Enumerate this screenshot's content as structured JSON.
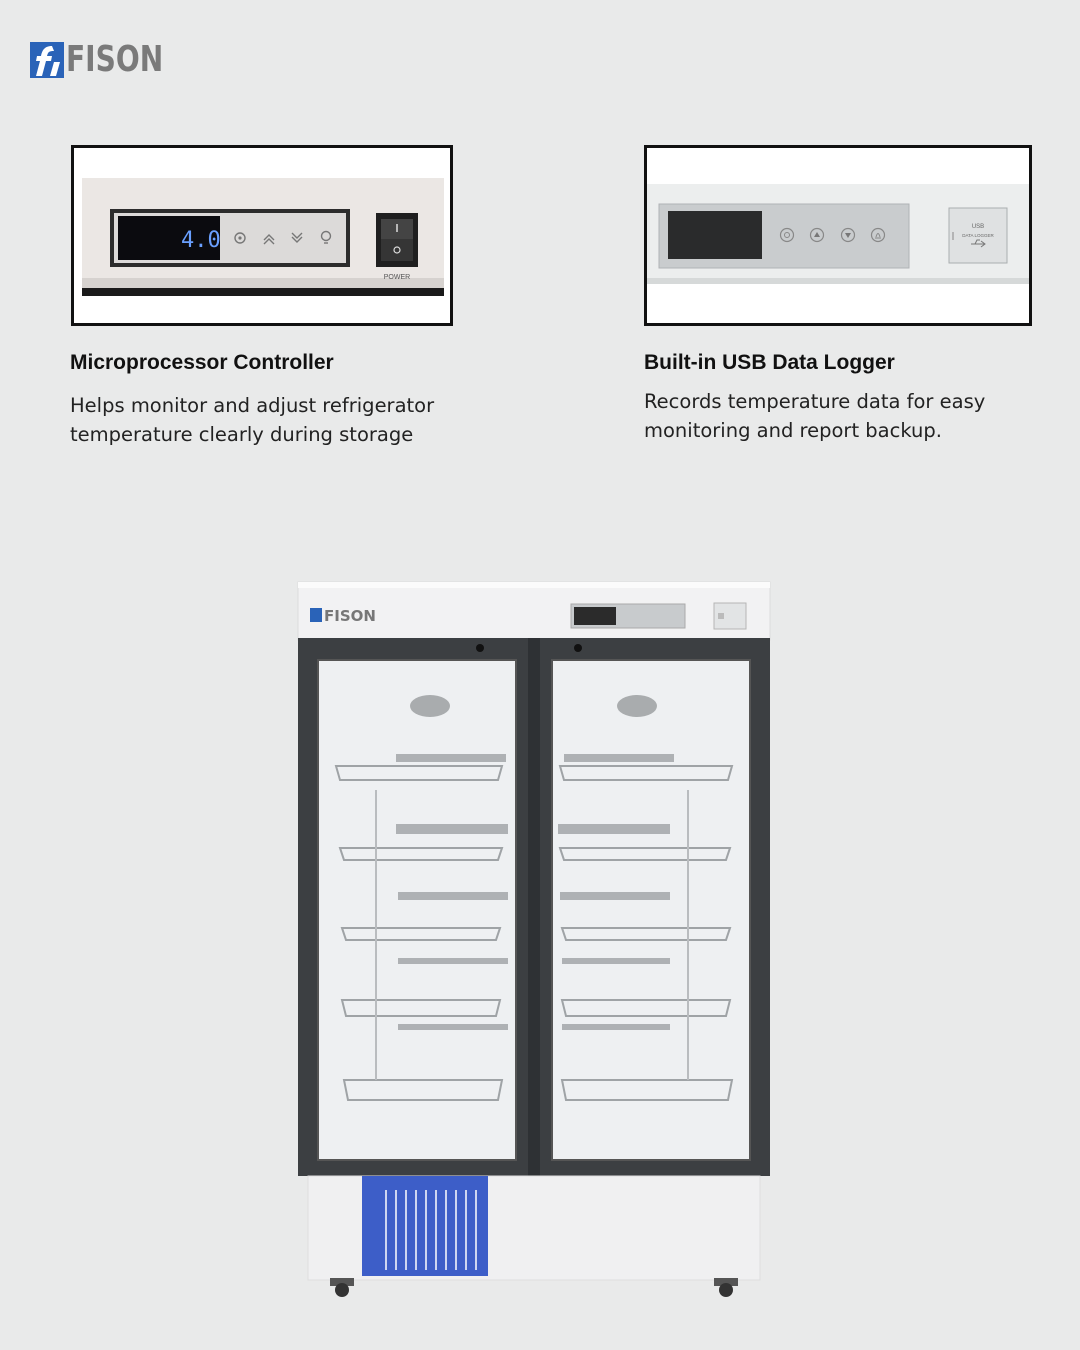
{
  "brand": {
    "name": "FISON"
  },
  "features": [
    {
      "title": "Microprocessor Controller",
      "description": "Helps monitor and adjust refrigerator temperature clearly during storage",
      "display_value": "4.0",
      "power_label": "POWER"
    },
    {
      "title": "Built-in USB Data Logger",
      "description": "Records temperature data for easy monitoring and report backup.",
      "usb_label_1": "USB",
      "usb_label_2": "DATA LOGGER"
    }
  ],
  "product": {
    "brand_label": "FISON"
  },
  "colors": {
    "background": "#e9eaea",
    "brand_blue": "#2a63b8",
    "logo_gray": "#7a7a7a",
    "display_blue": "#6aa0ff",
    "vent_blue": "#3d5ec8"
  },
  "icons": [
    "gear-icon",
    "chevron-up-icon",
    "chevron-down-icon",
    "bulb-icon",
    "usb-icon"
  ]
}
